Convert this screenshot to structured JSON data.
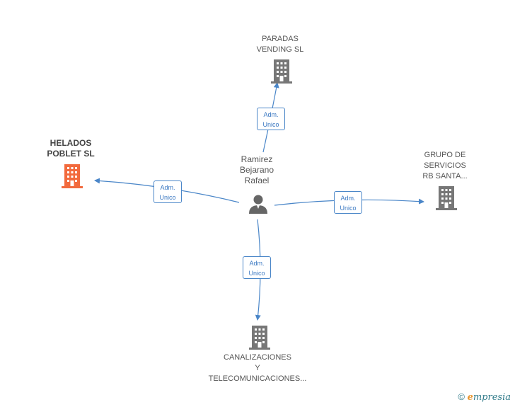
{
  "center": {
    "name_lines": [
      "Ramirez",
      "Bejarano",
      "Rafael"
    ],
    "icon": "person-icon"
  },
  "companies": [
    {
      "id": "paradas",
      "lines": [
        "PARADAS",
        "VENDING SL"
      ],
      "icon": "building-icon",
      "color": "#777777"
    },
    {
      "id": "helados",
      "lines": [
        "HELADOS",
        "POBLET  SL"
      ],
      "icon": "building-icon",
      "color": "#f26a3d",
      "highlight": true
    },
    {
      "id": "grupo",
      "lines": [
        "GRUPO DE",
        "SERVICIOS",
        "RB SANTA..."
      ],
      "icon": "building-icon",
      "color": "#777777"
    },
    {
      "id": "canalizaciones",
      "lines": [
        "CANALIZACIONES",
        "Y",
        "TELECOMUNICACIONES..."
      ],
      "icon": "building-icon",
      "color": "#777777"
    }
  ],
  "relations": [
    {
      "to": "paradas",
      "lines": [
        "Adm.",
        "Unico"
      ]
    },
    {
      "to": "helados",
      "lines": [
        "Adm.",
        "Unico"
      ]
    },
    {
      "to": "grupo",
      "lines": [
        "Adm.",
        "Unico"
      ]
    },
    {
      "to": "canalizaciones",
      "lines": [
        "Adm.",
        "Unico"
      ]
    }
  ],
  "footer": {
    "copyright": "©",
    "brand_first": "e",
    "brand_rest": "mpresia"
  },
  "colors": {
    "edge": "#4a86c8",
    "building": "#777777",
    "highlight": "#f26a3d",
    "person": "#666666"
  }
}
